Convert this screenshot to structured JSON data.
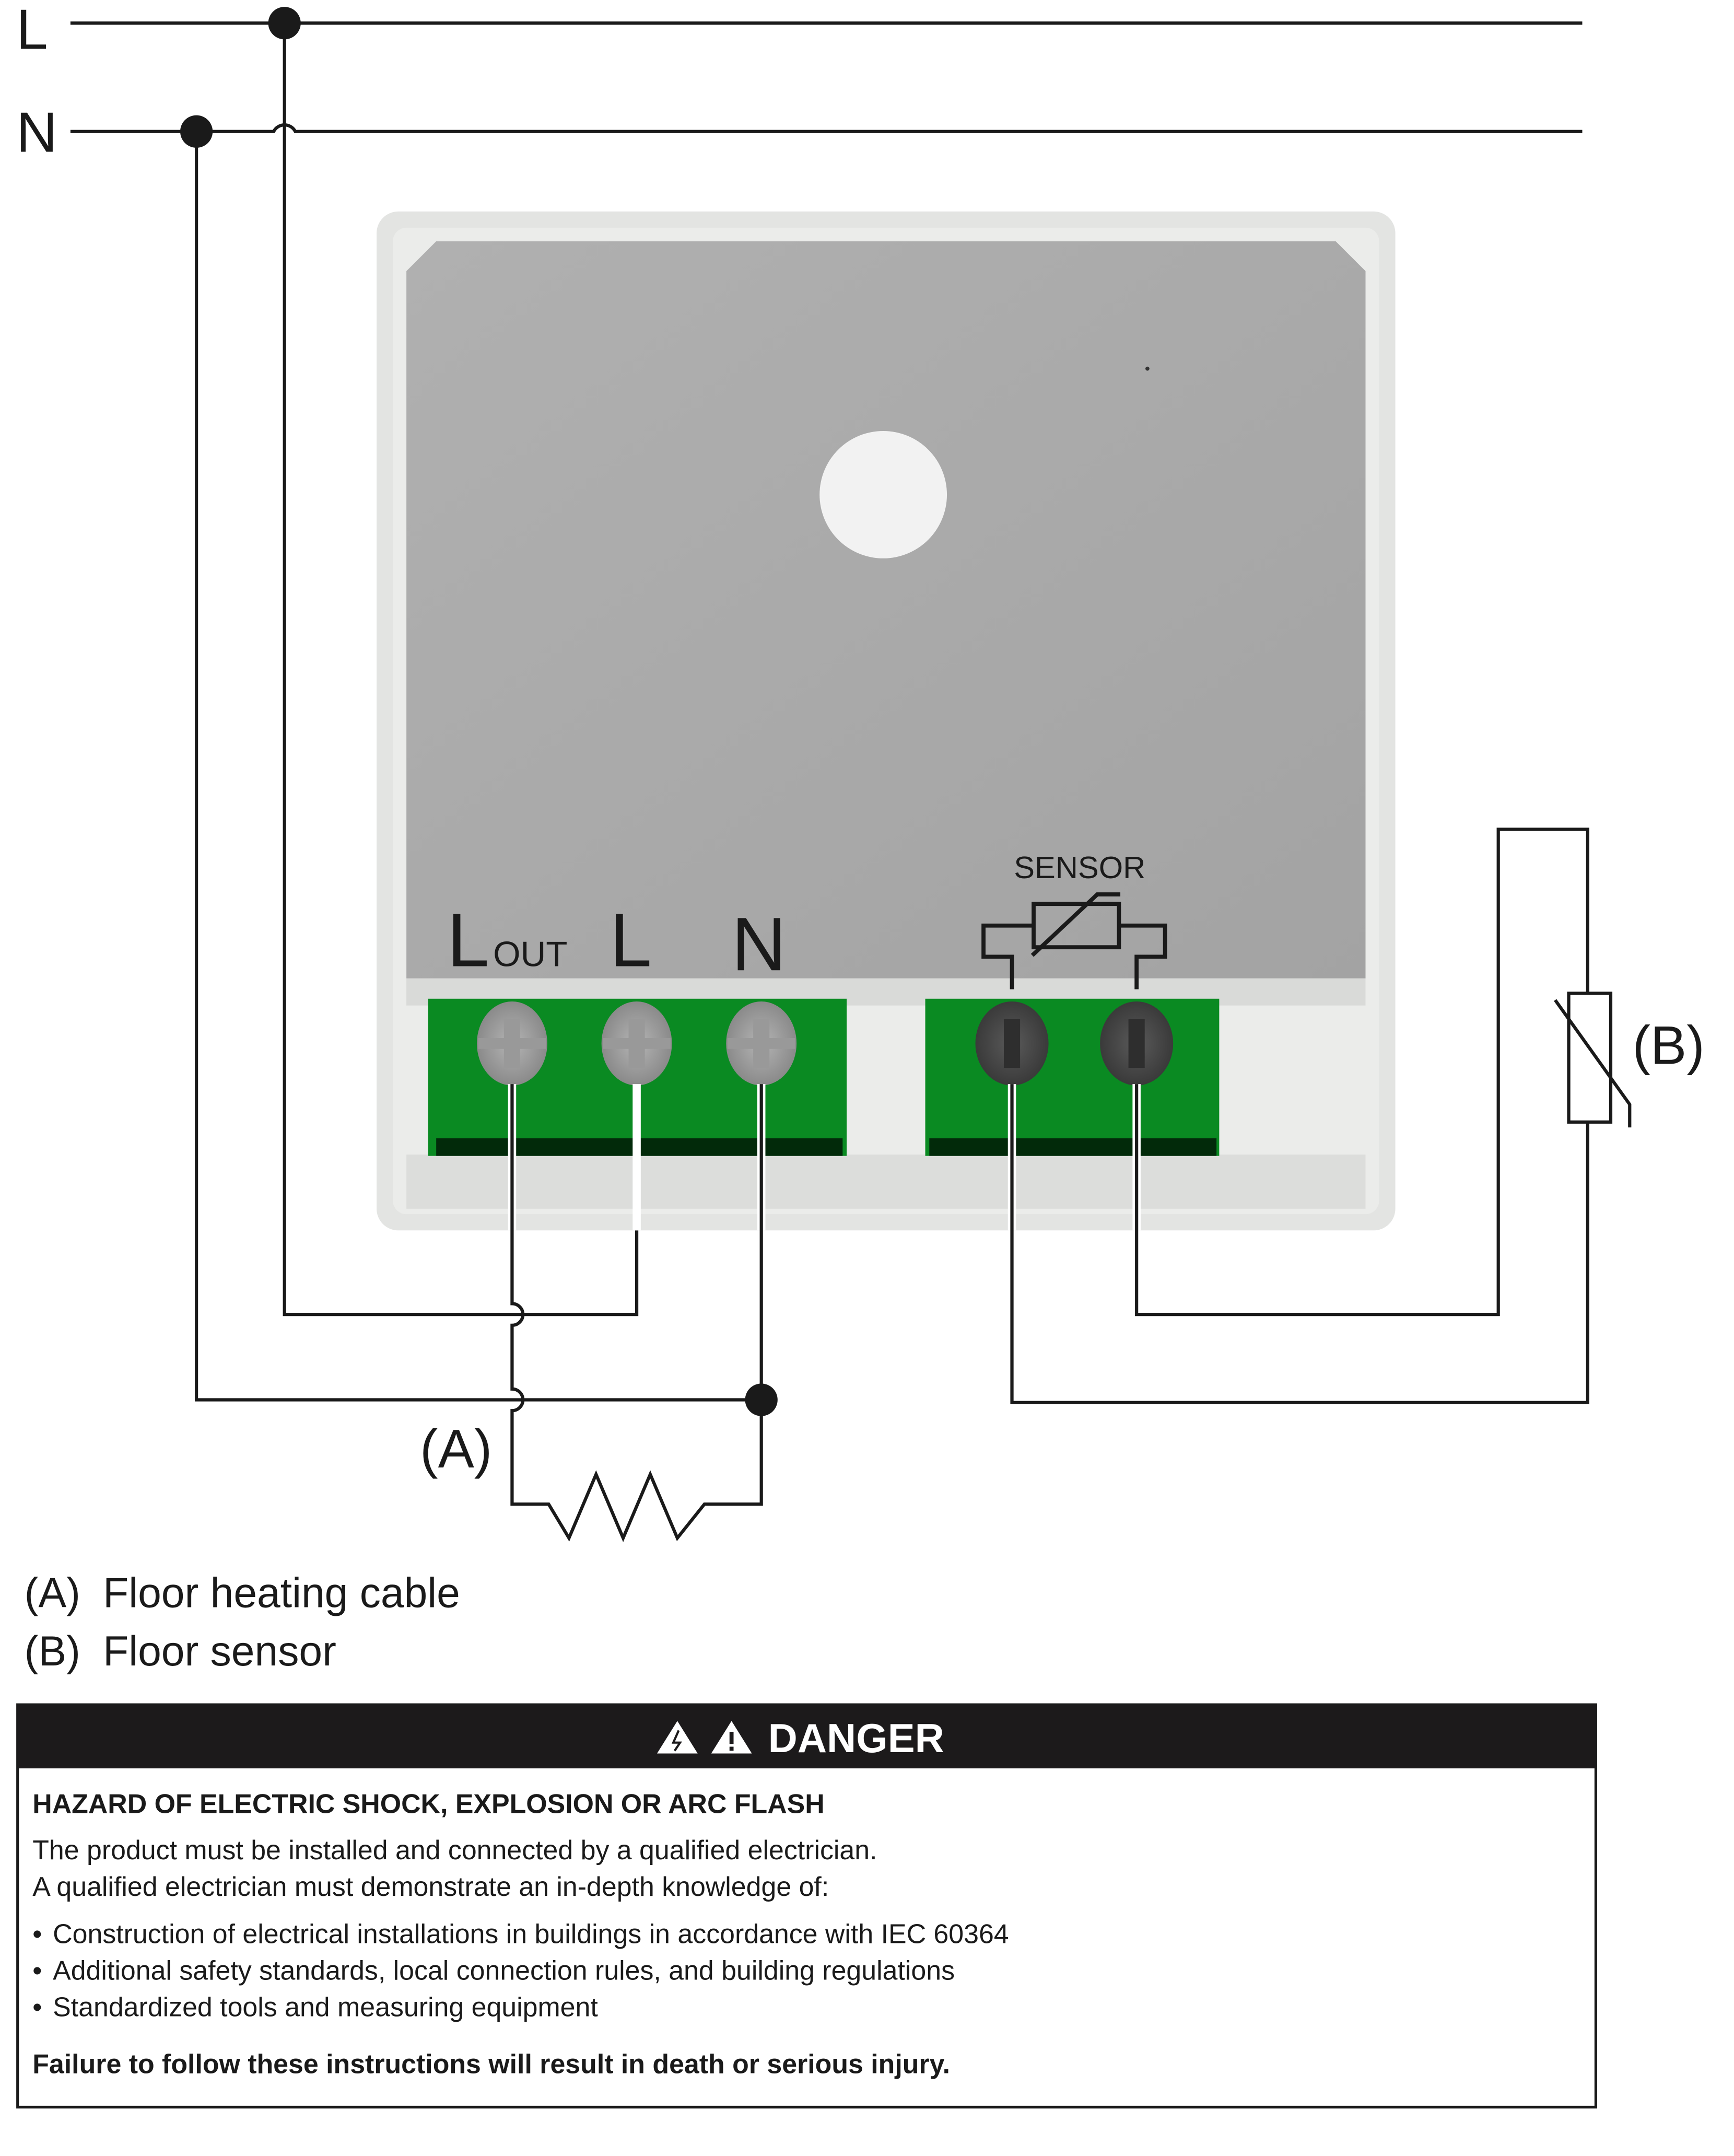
{
  "supply": {
    "line_label": "L",
    "neutral_label": "N"
  },
  "device": {
    "terminal_labels": {
      "lout_main": "L",
      "lout_sub": "OUT",
      "l": "L",
      "n": "N"
    },
    "sensor_label": "SENSOR",
    "colors": {
      "plate": "#a9a9a9",
      "frame": "#e3e4e2",
      "terminal_block": "#0a8a22"
    }
  },
  "callouts": {
    "a": "(A)",
    "b": "(B)"
  },
  "legend": [
    {
      "key": "(A)",
      "text": "Floor heating cable"
    },
    {
      "key": "(B)",
      "text": "Floor sensor"
    }
  ],
  "danger": {
    "icons": [
      "electric-shock-warning-icon",
      "warning-triangle-icon"
    ],
    "title": "DANGER",
    "heading": "HAZARD OF ELECTRIC SHOCK, EXPLOSION OR ARC FLASH",
    "intro": [
      "The product must be installed and connected by a qualified electrician.",
      "A qualified electrician must demonstrate an in-depth knowledge of:"
    ],
    "bullets": [
      "Construction of electrical installations in buildings in accordance with IEC 60364",
      "Additional safety standards, local connection rules, and building regulations",
      "Standardized tools and measuring equipment"
    ],
    "footer": "Failure to follow these instructions will result in death or serious injury."
  }
}
